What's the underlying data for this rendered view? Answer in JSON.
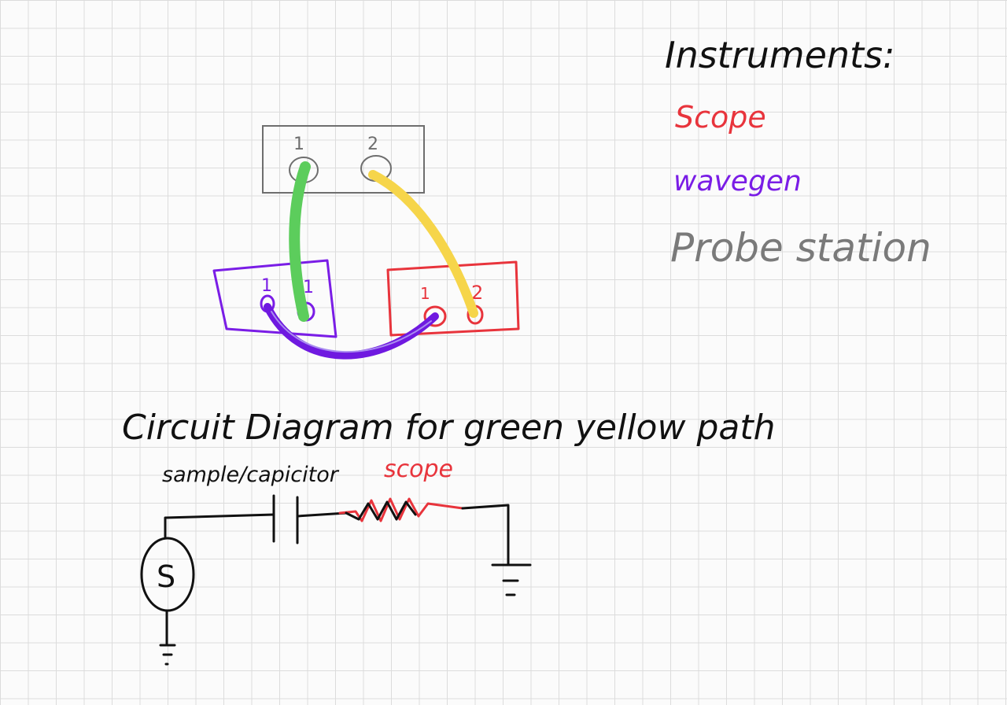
{
  "legend": {
    "title": "Instruments:",
    "items": [
      {
        "label": "Scope",
        "color": "#e8343c"
      },
      {
        "label": "wavegen",
        "color": "#7a1de6"
      },
      {
        "label": "Probe station",
        "color": "#7a7a7a"
      }
    ]
  },
  "probe_station": {
    "port1": "1",
    "port2": "2",
    "color": "#6e6e6e"
  },
  "wavegen_box": {
    "port1": "1",
    "port2": "1",
    "color": "#7a1de6"
  },
  "scope_box": {
    "port1": "1",
    "port2": "2",
    "color": "#e8343c"
  },
  "cables": {
    "green": "#5ccd5c",
    "yellow": "#f6d54a",
    "purple": "#6f19e0"
  },
  "circuit": {
    "title": "Circuit Diagram for green yellow path",
    "sample_label": "sample/capicitor",
    "scope_label": "scope",
    "source_label": "S",
    "ink": "#111111"
  }
}
